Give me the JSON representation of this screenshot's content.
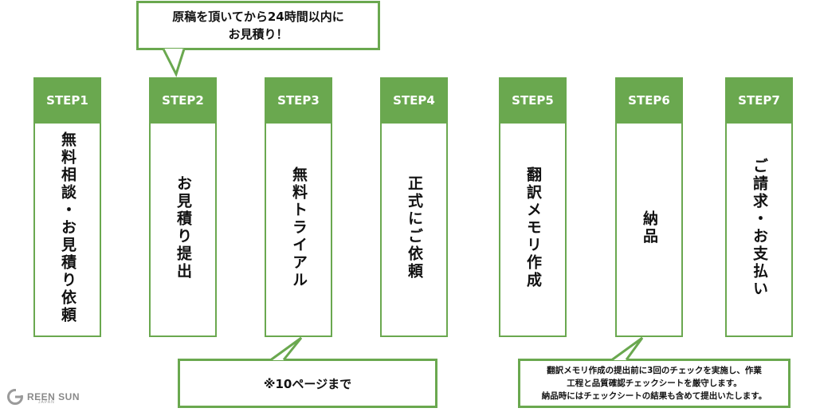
{
  "steps": [
    {
      "label": "STEP1",
      "text": "無料相談・お見積り依頼"
    },
    {
      "label": "STEP2",
      "text": "お見積り提出"
    },
    {
      "label": "STEP3",
      "text": "無料トライアル"
    },
    {
      "label": "STEP4",
      "text": "正式にご依頼"
    },
    {
      "label": "STEP5",
      "text": "翻訳メモリ作成"
    },
    {
      "label": "STEP6",
      "text": "納品"
    },
    {
      "label": "STEP7",
      "text": "ご請求・お支払い"
    }
  ],
  "callouts": {
    "estimate": {
      "line1": "原稿を頂いてから24時間以内に",
      "line2": "お見積り！"
    },
    "trial": {
      "text": "※10ページまで"
    },
    "delivery": {
      "line1": "翻訳メモリ作成の提出前に3回のチェックを実施し、作業",
      "line2": "工程と品質確認チェックシートを厳守します。",
      "line3": "納品時にはチェックシートの結果も含めて提出いたします。"
    }
  },
  "logo": {
    "name": "REEN SUN",
    "sub": "JAPAN"
  },
  "colors": {
    "accent": "#6aa84f",
    "text": "#111111",
    "background": "#ffffff"
  }
}
